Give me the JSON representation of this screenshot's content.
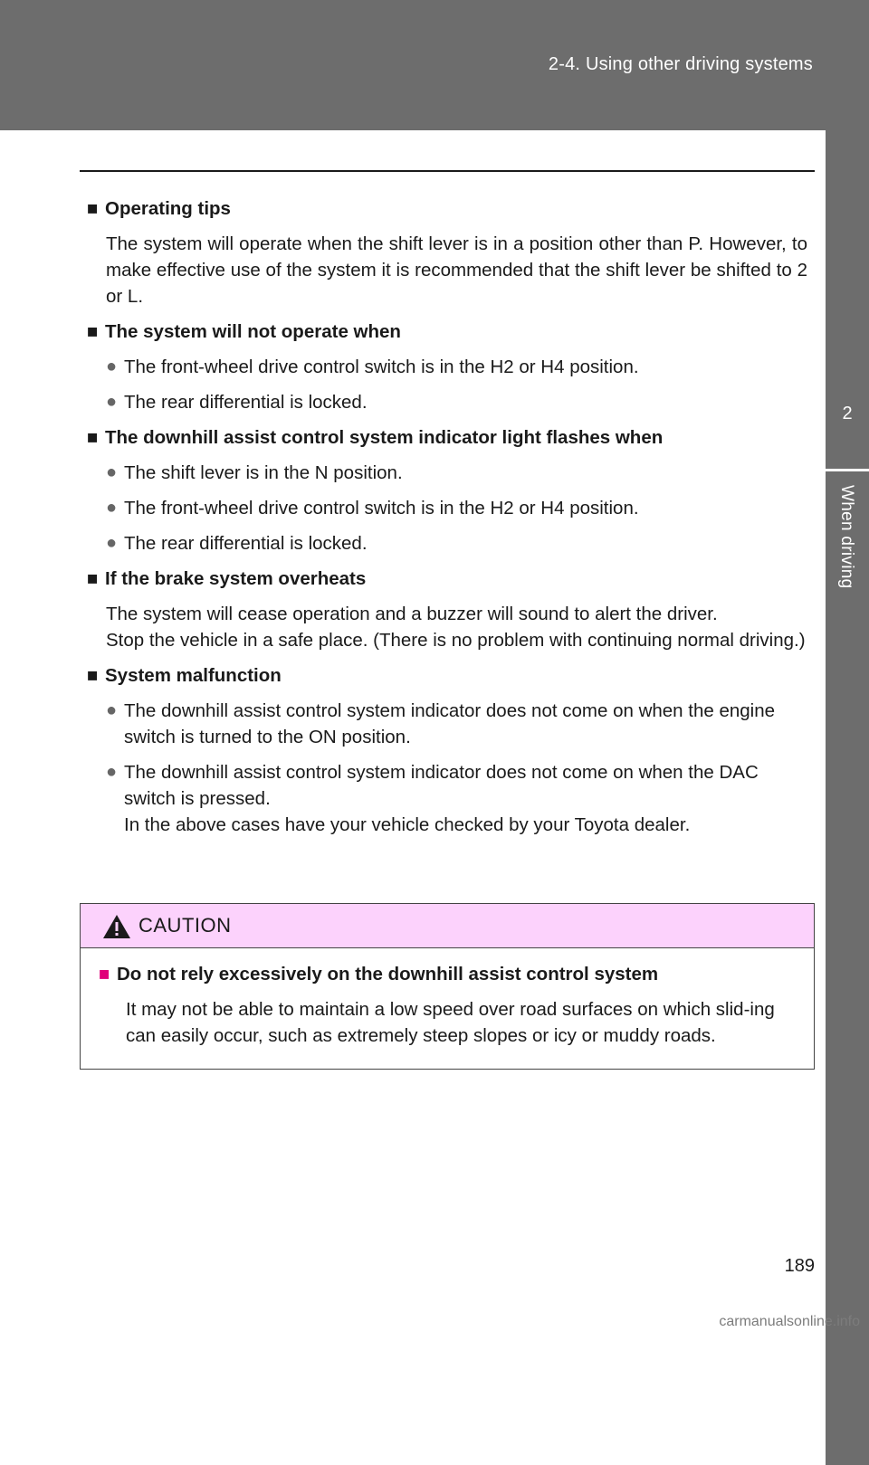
{
  "header": {
    "section": "2-4. Using other driving systems"
  },
  "side_tab": {
    "number": "2",
    "label": "When driving"
  },
  "sections": {
    "s1": {
      "heading": "Operating tips",
      "body": "The system will operate when the shift lever is in a position other than P. However, to make effective use of the system it is recommended that the shift lever be shifted to 2 or L."
    },
    "s2": {
      "heading": "The system will not operate when",
      "bullets": [
        "The front-wheel drive control switch is in the H2 or H4 position.",
        "The rear differential is locked."
      ]
    },
    "s3": {
      "heading": "The downhill assist control system indicator light flashes when",
      "bullets": [
        "The shift lever is in the N position.",
        "The front-wheel drive control switch is in the H2 or H4 position.",
        "The rear differential is locked."
      ]
    },
    "s4": {
      "heading": "If the brake system overheats",
      "body_1": "The system will cease operation and a buzzer will sound to alert the driver.",
      "body_2": "Stop the vehicle in a safe place. (There is no problem with continuing normal driving.)"
    },
    "s5": {
      "heading": "System malfunction",
      "bullets": [
        "The downhill assist control system indicator does not come on when the engine switch is turned to the ON position.",
        "The downhill assist control system indicator does not come on when the DAC switch is pressed."
      ],
      "note": "In the above cases have your vehicle checked by your Toyota dealer."
    }
  },
  "caution": {
    "label": "CAUTION",
    "heading": "Do not rely excessively on the downhill assist control system",
    "body": "It may not be able to maintain a low speed over road surfaces on which slid-ing can easily occur, such as extremely steep slopes or icy or muddy roads."
  },
  "page_number": "189",
  "watermark": "carmanualsonline.info",
  "glyphs": {
    "square": "■",
    "dot": "●"
  },
  "colors": {
    "header_band": "#6d6d6d",
    "caution_fill": "#fcd2fc",
    "caution_square": "#e0007a"
  }
}
